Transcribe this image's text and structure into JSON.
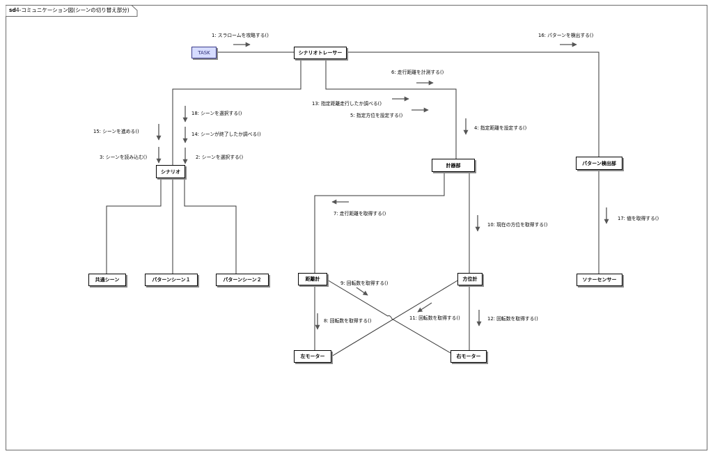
{
  "frame": {
    "kind": "sd",
    "title": "4-コミュニケーション図(シーンの切り替え部分)"
  },
  "nodes": {
    "task": "TASK",
    "tracer": "シナリオトレーサー",
    "scenario": "シナリオ",
    "measure": "計器部",
    "pattern_detector": "パターン検出部",
    "common_scene": "共通シーン",
    "pattern_scene_1": "パターンシーン１",
    "pattern_scene_2": "パターンシーン２",
    "distance_meter": "距離計",
    "direction_meter": "方位計",
    "sonar": "ソナーセンサー",
    "left_motor": "左モーター",
    "right_motor": "右モーター"
  },
  "messages": {
    "m1": "1: スラロームを攻略する()",
    "m2": "2: シーンを選択する()",
    "m3": "3: シーンを読み込む()",
    "m4": "4: 指定距離を設定する()",
    "m5": "5: 指定方位を設定する()",
    "m6": "6: 走行距離を計測する()",
    "m7": "7: 走行距離を取得する()",
    "m8": "8: 回転数を取得する()",
    "m9": "9: 回転数を取得する()",
    "m10": "10: 現在の方位を取得する()",
    "m11": "11: 回転数を取得する()",
    "m12": "12: 回転数を取得する()",
    "m13": "13: 指定距離走行したか調べる()",
    "m14": "14: シーンが終了したか調べる()",
    "m15": "15: シーンを進める()",
    "m16": "16: パターンを検出する()",
    "m17": "17: 値を取得する()",
    "m18": "18: シーンを選択する()"
  },
  "colors": {
    "task_fill": "#d6dcff",
    "arrow": "#555555",
    "line": "#333333"
  }
}
